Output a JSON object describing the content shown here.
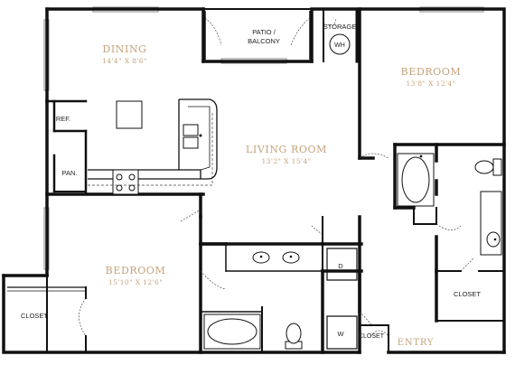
{
  "rooms": {
    "dining": {
      "name": "Dining",
      "dims": "14'4\" X 8'6\""
    },
    "living": {
      "name": "Living Room",
      "dims": "13'2\" X 15'4\""
    },
    "bedroom1": {
      "name": "Bedroom",
      "dims": "13'8\" X 12'4\""
    },
    "bedroom2": {
      "name": "Bedroom",
      "dims": "15'10\" X 12'6\""
    }
  },
  "labels": {
    "patio_line1": "PATIO /",
    "patio_line2": "BALCONY",
    "storage": "STORAGE",
    "water_heater": "WH",
    "refrigerator": "REF.",
    "pantry": "PAN.",
    "closet_left": "CLOSET",
    "closet_right": "CLOSET",
    "closet_entry": "CLOSET",
    "dryer": "D",
    "washer": "W",
    "entry": "ENTRY"
  }
}
